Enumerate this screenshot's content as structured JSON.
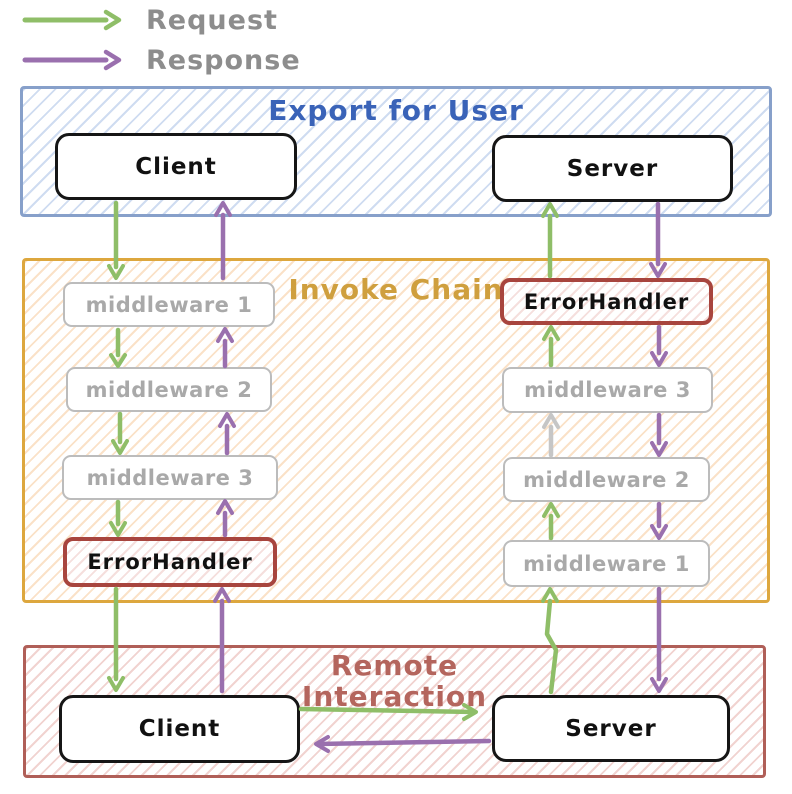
{
  "legend": {
    "request": "Request",
    "response": "Response"
  },
  "groups": {
    "export": {
      "title": "Export for User"
    },
    "invoke": {
      "title": "Invoke Chain"
    },
    "remote": {
      "title_line1": "Remote",
      "title_line2": "Interaction"
    }
  },
  "nodes": {
    "client_top": "Client",
    "server_top": "Server",
    "mw_left": [
      "middleware 1",
      "middleware 2",
      "middleware 3"
    ],
    "error_left": "ErrorHandler",
    "error_right": "ErrorHandler",
    "mw_right": [
      "middleware 3",
      "middleware 2",
      "middleware 1"
    ],
    "client_bottom": "Client",
    "server_bottom": "Server"
  },
  "colors": {
    "request": "#8fbe68",
    "response": "#9a70ae",
    "request_muted": "#c6c6c6",
    "export_border": "#87a0ca",
    "export_title": "#3a63b8",
    "invoke_border": "#dda73e",
    "invoke_title": "#cf9f3e",
    "remote_border": "#b05f58",
    "remote_title": "#b4655d",
    "error_border": "#a8453e",
    "middleware_border": "#bcbcbc",
    "middleware_text": "#a9a9a9",
    "node_border": "#161616",
    "legend_text": "#8d8d8d"
  }
}
